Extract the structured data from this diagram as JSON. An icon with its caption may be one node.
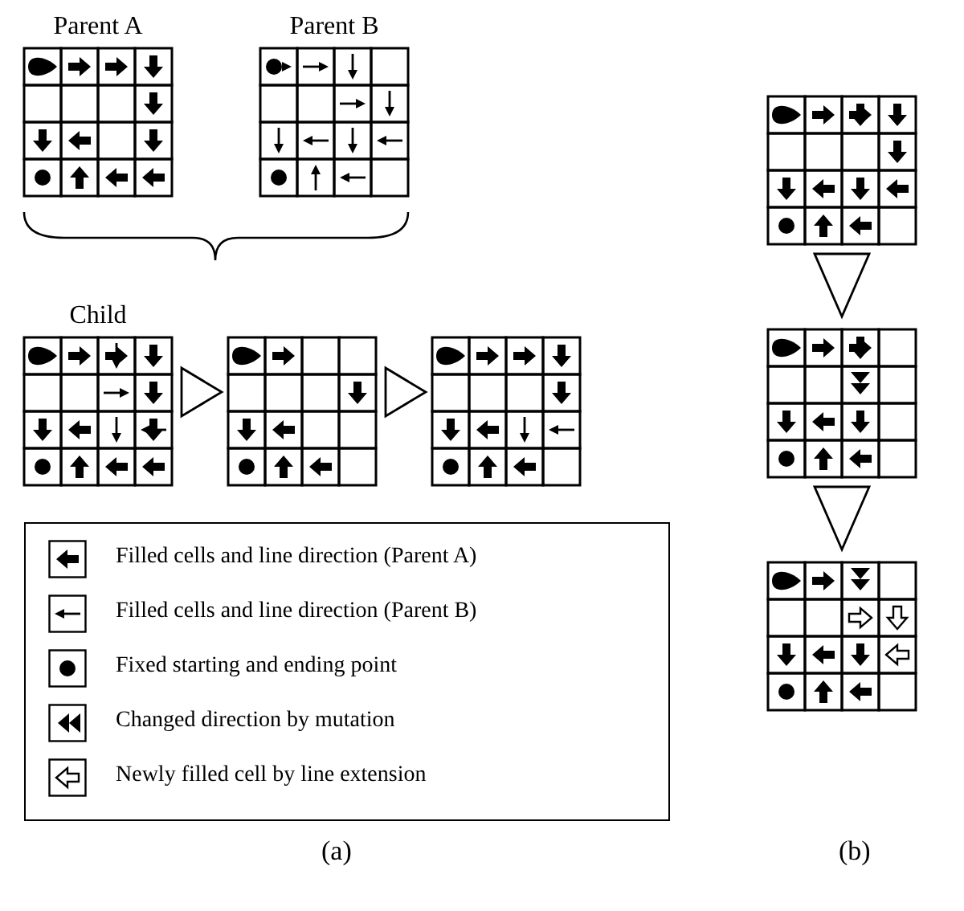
{
  "diagram": {
    "nodes": [
      {
        "text": [
          "Parent A"
        ]
      },
      {
        "text": [
          "Parent B"
        ]
      },
      {
        "text": [
          "Child"
        ]
      },
      {
        "text": [],
        "shape": "box"
      },
      {
        "text": [],
        "shape": "box"
      },
      {
        "text": [],
        "shape": "box"
      },
      {
        "text": [],
        "shape": "box"
      },
      {
        "text": [],
        "shape": "box"
      }
    ],
    "edges": [
      {
        "from": 2,
        "to": 3,
        "arrow": "to"
      },
      {
        "from": 3,
        "to": 4,
        "arrow": "to"
      },
      {
        "from": 5,
        "to": 6,
        "arrow": "to"
      },
      {
        "from": 6,
        "to": 7,
        "arrow": "to"
      }
    ],
    "labels": [
      "(a)",
      "(b)"
    ],
    "legend": [
      {
        "text": "Filled cells and line direction (Parent A)"
      },
      {
        "text": "Filled cells and line direction (Parent B)"
      },
      {
        "text": "Fixed starting and ending point"
      },
      {
        "text": "Changed direction by mutation"
      },
      {
        "text": "Newly filled cell by line extension"
      }
    ]
  }
}
